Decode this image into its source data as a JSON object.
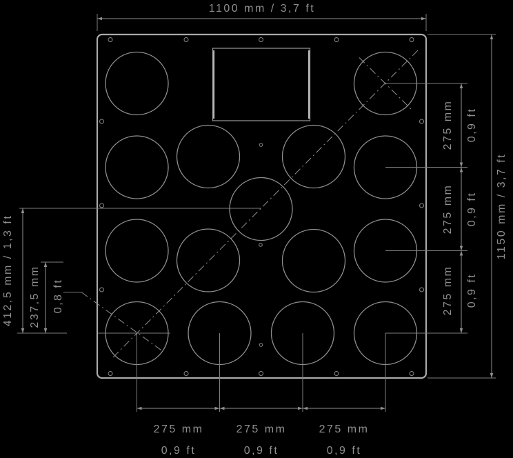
{
  "dimensions": {
    "top_width": "1100 mm / 3,7 ft",
    "right_total_height": "1150 mm / 3,7 ft",
    "right_segments": [
      {
        "mm": "275 mm",
        "ft": "0,9 ft"
      },
      {
        "mm": "275 mm",
        "ft": "0,9 ft"
      },
      {
        "mm": "275 mm",
        "ft": "0,9 ft"
      }
    ],
    "bottom_segments": [
      {
        "mm": "275 mm",
        "ft": "0,9 ft"
      },
      {
        "mm": "275 mm",
        "ft": "0,9 ft"
      },
      {
        "mm": "275 mm",
        "ft": "0,9 ft"
      }
    ],
    "left_vertical_total": "412,5 mm / 1,3 ft",
    "left_vertical_partial": {
      "mm": "237,5 mm",
      "ft": "0,8 ft"
    }
  },
  "colors": {
    "background": "#000000",
    "line": "#8f8f8f",
    "plate_edge": "#aaaaaa",
    "text": "#909090"
  }
}
